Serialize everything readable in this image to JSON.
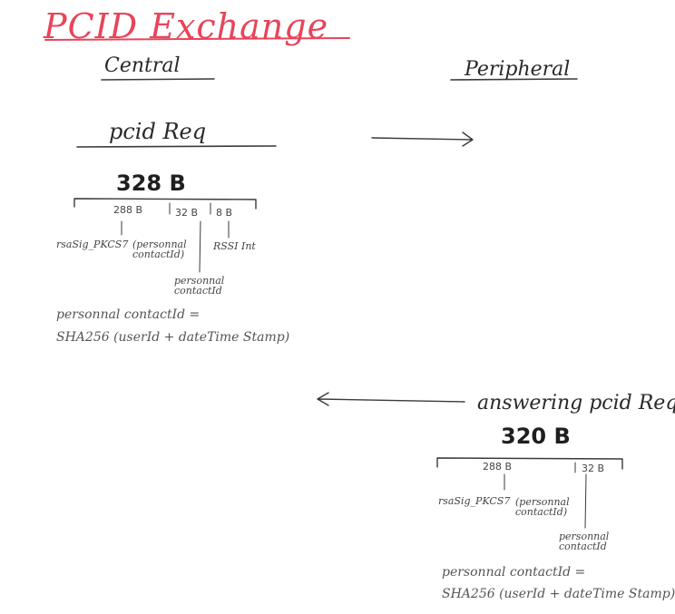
{
  "title": "PCID Exchange",
  "roles": {
    "central": "Central",
    "peripheral": "Peripheral"
  },
  "colors": {
    "title": "#e8445a",
    "ink": "#2f2f2f"
  },
  "request": {
    "label": "pcid Req",
    "size": "328 B",
    "fields": {
      "sig_size": "288 B",
      "pcid_size": "32 B",
      "rssi_size": "8 B",
      "sig_name": "rsaSig_PKCS7",
      "sig_desc": "(personnal contactId)",
      "rssi_name": "RSSI Int",
      "pcid_name": "personnal contactId"
    },
    "formula_line1": "personnal contactId =",
    "formula_line2": "SHA256 (userId + dateTime Stamp)"
  },
  "response": {
    "label": "answering pcid Req",
    "size": "320 B",
    "fields": {
      "sig_size": "288 B",
      "pcid_size": "32 B",
      "sig_name": "rsaSig_PKCS7",
      "sig_desc": "(personnal contactId)",
      "pcid_name": "personnal contactId"
    },
    "formula_line1": "personnal contactId =",
    "formula_line2": "SHA256 (userId + dateTime Stamp)"
  }
}
